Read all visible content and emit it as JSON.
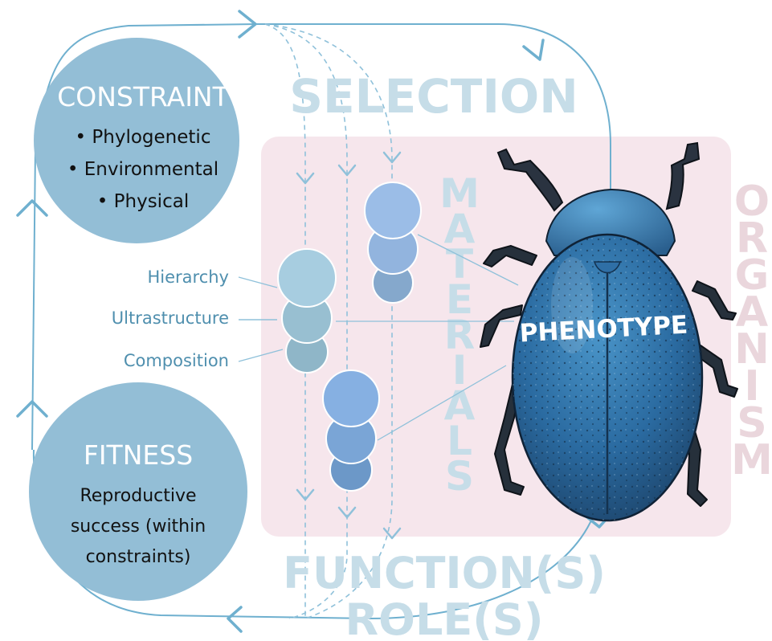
{
  "constraint": {
    "title": "CONSTRAINT",
    "items": [
      "• Phylogenetic",
      "• Environmental",
      "• Physical"
    ]
  },
  "fitness": {
    "title": "FITNESS",
    "lines": [
      "Reproductive",
      "success (within",
      "constraints)"
    ]
  },
  "selection": "SELECTION",
  "functions": "FUNCTION(S)",
  "roles": "ROLE(S)",
  "materials": "MATERIALS",
  "organism": "ORGANISM",
  "phenotype": "PHENOTYPE",
  "levels": {
    "hierarchy": "Hierarchy",
    "ultrastructure": "Ultrastructure",
    "composition": "Composition"
  },
  "colors": {
    "circle_fill": "#93bed6",
    "arrow": "#6fb0cf",
    "faint_label": "#c6dde8",
    "organism_box": "#f6e6ec",
    "organism_text": "#ead6dc",
    "beetle_body": "#2f6fa6"
  }
}
